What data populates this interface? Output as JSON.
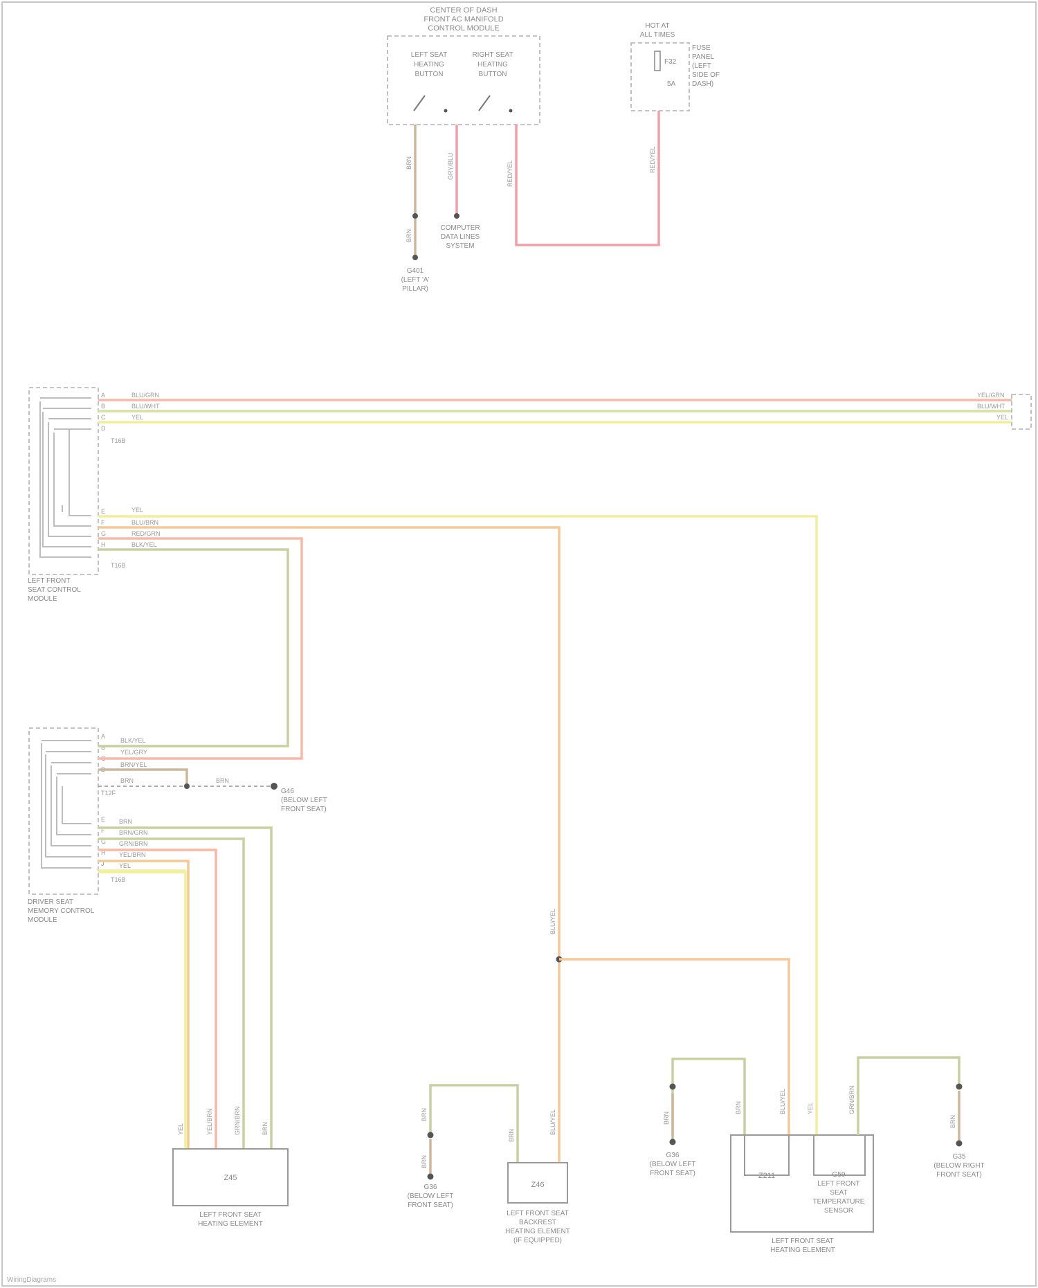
{
  "diagram": {
    "switch_module": {
      "title": [
        "CENTER OF DASH",
        "FRONT AC MANIFOLD",
        "CONTROL MODULE"
      ],
      "left_switch": [
        "LEFT SEAT",
        "HEATING",
        "BUTTON"
      ],
      "right_switch": [
        "RIGHT SEAT",
        "HEATING",
        "BUTTON"
      ]
    },
    "hot_box": {
      "title": [
        "HOT AT",
        "ALL TIMES"
      ],
      "fuse": "F32",
      "fuse_amp": "5A",
      "fuse_label": [
        "FUSE",
        "PANEL",
        "(LEFT",
        "SIDE OF",
        "DASH)"
      ]
    },
    "upper_wires": {
      "w1": "BRN",
      "w2": "GRY/BLU",
      "w3": "RED/YEL",
      "w4": "RED/YEL",
      "w1b": "BRN"
    },
    "ground_top": [
      "G401",
      "(LEFT 'A'",
      "PILLAR)"
    ],
    "computer_note": [
      "COMPUTER",
      "DATA LINES",
      "SYSTEM"
    ],
    "lfsc_module": {
      "label": [
        "LEFT FRONT",
        "SEAT CONTROL",
        "MODULE"
      ],
      "pins_top": [
        "A",
        "B",
        "C",
        "D"
      ],
      "pins_bot": [
        "E",
        "F",
        "G",
        "H"
      ],
      "conn_top": "T16B",
      "conn_bot": "T16B",
      "wires_top": [
        "BLU/GRN",
        "BLU/WHT",
        "YEL"
      ],
      "wires_top_right": [
        "YEL/GRN",
        "BLU/WHT",
        "YEL"
      ],
      "wires_bot": [
        "YEL",
        "BLU/BRN",
        "RED/GRN",
        "BLK/YEL"
      ]
    },
    "dsm_module": {
      "label": [
        "DRIVER SEAT",
        "MEMORY CONTROL",
        "MODULE"
      ],
      "pins_top": [
        "A",
        "B",
        "C",
        "D"
      ],
      "pins_bot": [
        "E",
        "F",
        "G",
        "H",
        "J"
      ],
      "conn_top": "T12F",
      "conn_bot": "T16B",
      "wires_top": [
        "BLK/YEL",
        "YEL/GRY",
        "BRN/YEL",
        "BRN"
      ],
      "wires_bot": [
        "BRN",
        "BRN/GRN",
        "GRN/BRN",
        "YEL/BRN",
        "YEL"
      ],
      "branch_wire": "BRN",
      "ground": [
        "G46",
        "(BELOW LEFT",
        "FRONT SEAT)"
      ]
    },
    "bottom_left": {
      "label": [
        "LEFT FRONT SEAT",
        "HEATING ELEMENT"
      ],
      "code": "Z45",
      "wires": [
        "YEL",
        "YEL/BRN",
        "GRN/BRN",
        "BRN"
      ]
    },
    "mid_module": {
      "label": [
        "LEFT FRONT SEAT",
        "BACKREST",
        "HEATING ELEMENT",
        "(IF EQUIPPED)"
      ],
      "code": "Z46",
      "wires": [
        "BRN",
        "BLU/YEL",
        "BRN"
      ],
      "ground": [
        "G36",
        "(BELOW LEFT",
        "FRONT SEAT)"
      ],
      "vertical_wire": "BLU/YEL"
    },
    "right_module": {
      "label": [
        "LEFT FRONT SEAT",
        "HEATING ELEMENT"
      ],
      "code": "Z211",
      "sensor": [
        "G59",
        "LEFT FRONT",
        "SEAT",
        "TEMPERATURE",
        "SENSOR"
      ],
      "wires": [
        "BRN",
        "BRN",
        "BLU/YEL",
        "YEL",
        "GRN/BRN",
        "BRN"
      ],
      "ground_a": [
        "G36",
        "(BELOW LEFT",
        "FRONT SEAT)"
      ],
      "ground_b": [
        "G35",
        "(BELOW RIGHT",
        "FRONT SEAT)"
      ]
    },
    "right_edge": [
      "YEL/GRN",
      "BLU/WHT",
      "YEL"
    ],
    "credit": "WiringDiagrams"
  }
}
